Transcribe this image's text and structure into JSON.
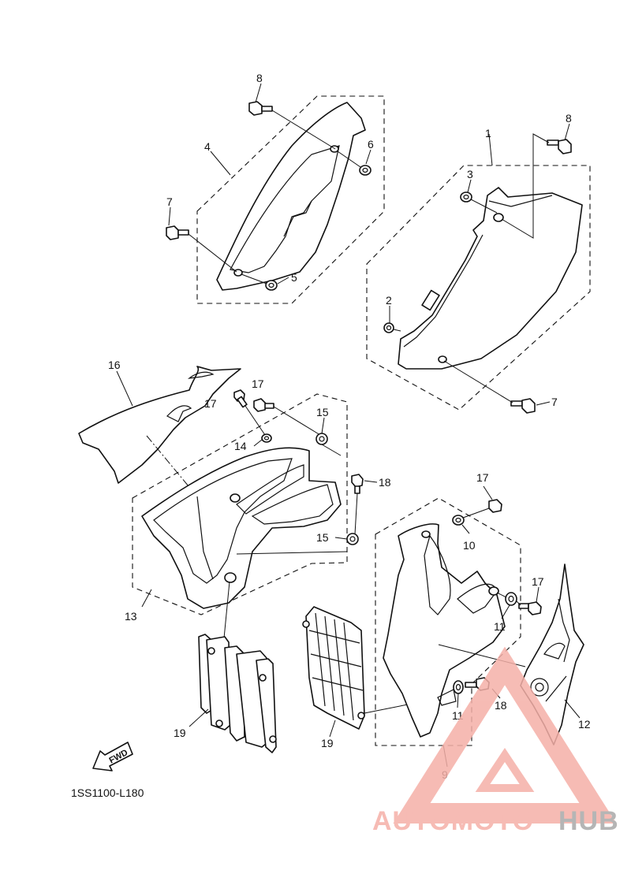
{
  "diagram_code": "1SS1100-L180",
  "fwd_label": "FWD",
  "callouts": {
    "c1": "1",
    "c2": "2",
    "c3": "3",
    "c4": "4",
    "c5": "5",
    "c6": "6",
    "c7a": "7",
    "c7b": "7",
    "c8a": "8",
    "c8b": "8",
    "c9": "9",
    "c10": "10",
    "c11a": "11",
    "c11b": "11",
    "c12": "12",
    "c13": "13",
    "c14": "14",
    "c15a": "15",
    "c15b": "15",
    "c16": "16",
    "c17a": "17",
    "c17b": "17",
    "c17c": "17",
    "c17d": "17",
    "c18a": "18",
    "c18b": "18",
    "c19a": "19",
    "c19b": "19"
  },
  "watermark": {
    "part1": "AUTOMOTO",
    "part2": "HUB",
    "color_primary": "#f5b0a8",
    "color_secondary": "#a9a9a9"
  }
}
